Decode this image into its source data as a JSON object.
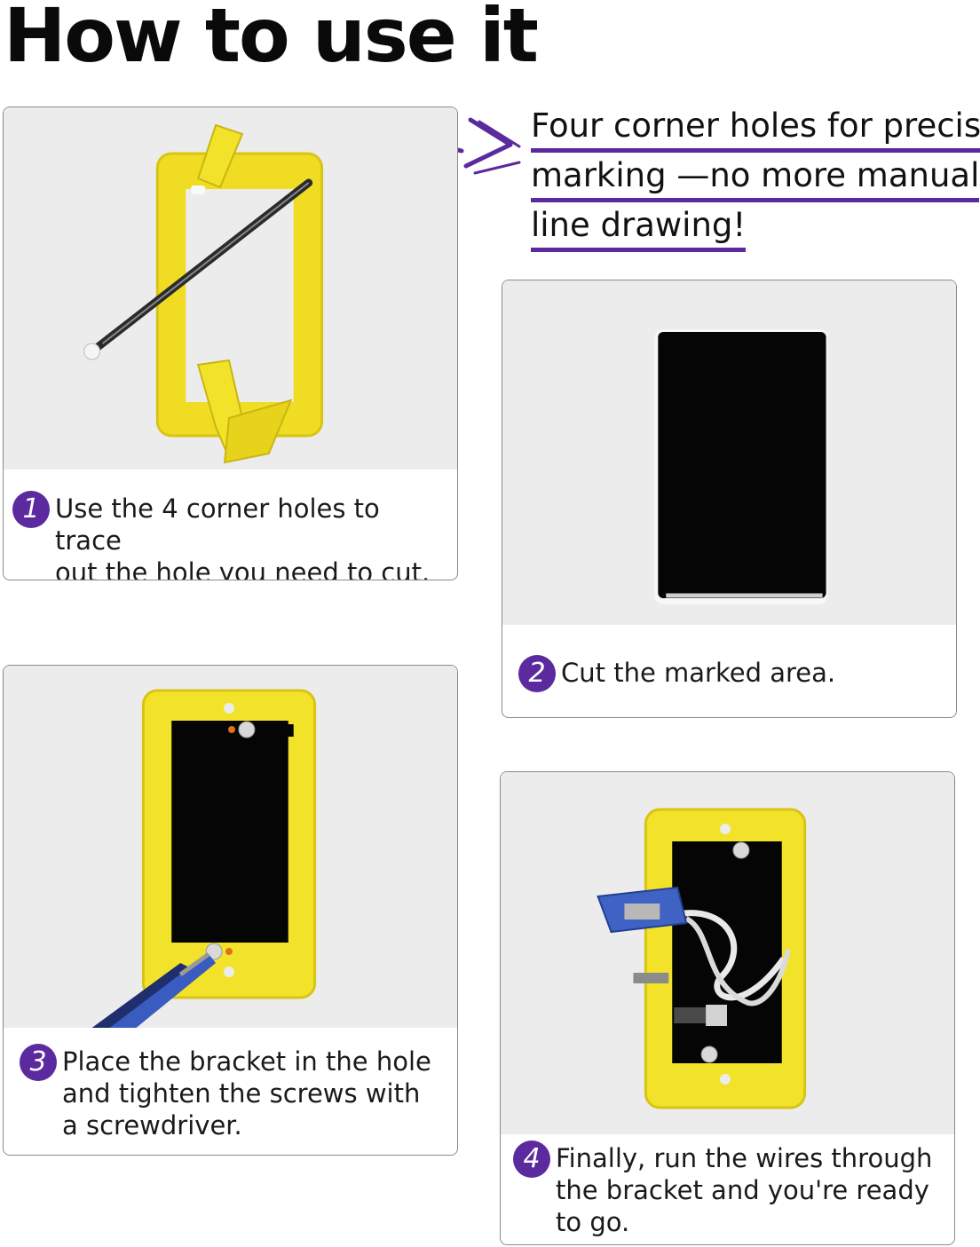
{
  "title": "How to use it",
  "callout": {
    "lines": [
      "Four corner holes for precise",
      "marking —no more manual",
      "line drawing!"
    ]
  },
  "steps": [
    {
      "number": "1",
      "lines": [
        "Use the 4 corner holes to trace",
        "out the hole you need to cut."
      ]
    },
    {
      "number": "2",
      "lines": [
        "Cut the marked area."
      ]
    },
    {
      "number": "3",
      "lines": [
        "Place the bracket in the hole",
        "and tighten the screws with",
        "a screwdriver."
      ]
    },
    {
      "number": "4",
      "lines": [
        "Finally, run the wires through",
        "the bracket and you're ready",
        "to go."
      ]
    }
  ],
  "colors": {
    "accent": "#5b2a9e",
    "bracket": "#f3e22a",
    "wall": "#ececec"
  }
}
